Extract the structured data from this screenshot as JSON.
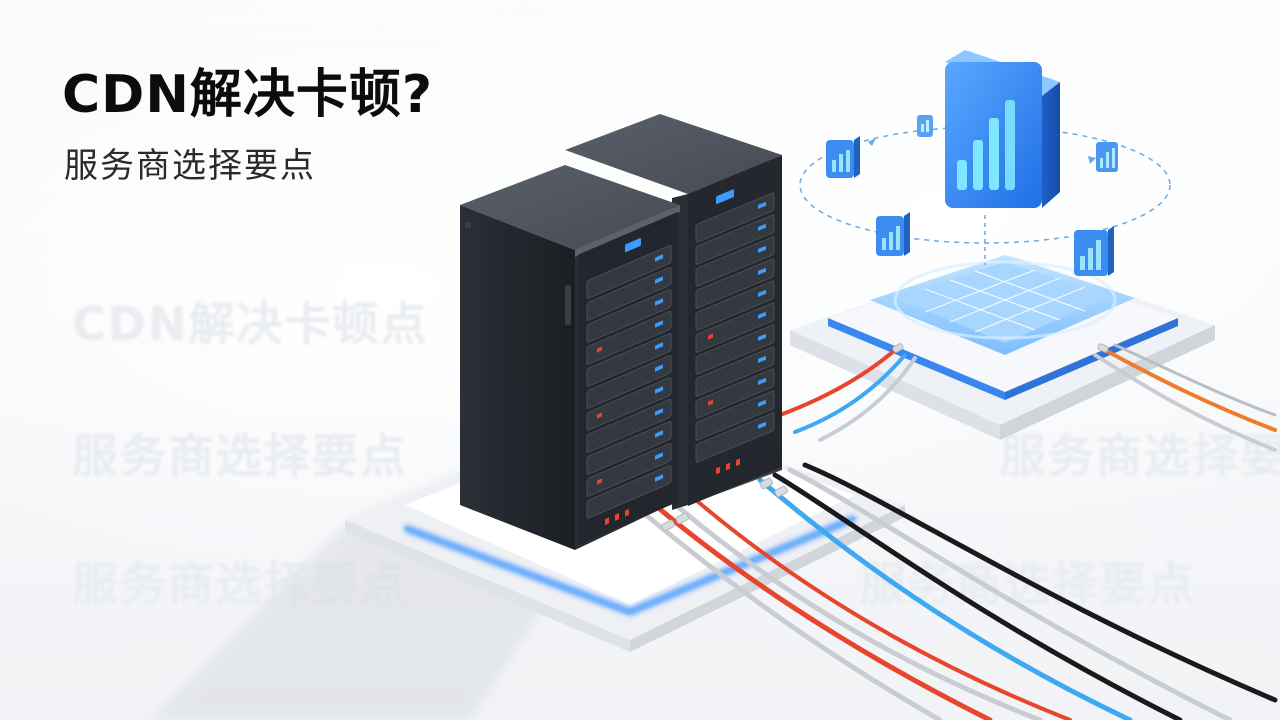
{
  "header": {
    "title": "CDN解决卡顿?",
    "subtitle": "服务商选择要点"
  },
  "watermark": {
    "row1": "CDN解决卡顿点",
    "row2": "服务商选择要点",
    "row3": "服务商选择要点",
    "row_right1": "服务商选择要",
    "row_right2": "服务商选择要点"
  },
  "illustration": {
    "left_object": "server-racks",
    "right_object": "cloud-analytics-platform",
    "accent": "#2f7ff0",
    "accent_light": "#5fb2ff",
    "cable_colors": [
      "#e8452e",
      "#3ea8f0",
      "#1a1a1c",
      "#c9cdd3",
      "#f07a2e"
    ]
  }
}
